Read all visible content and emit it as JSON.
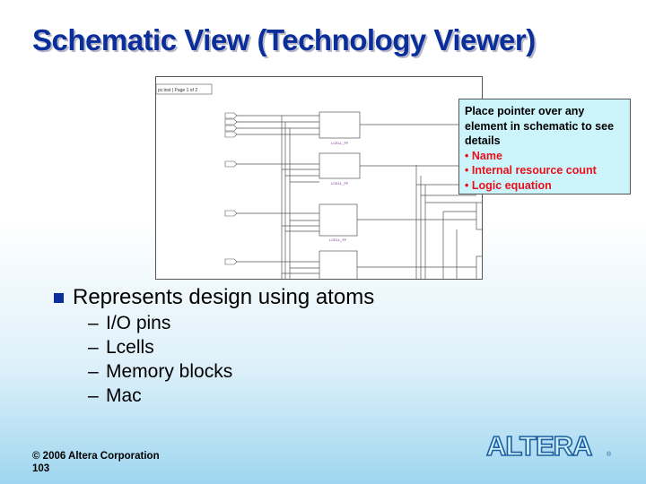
{
  "title": "Schematic View (Technology Viewer)",
  "schematic": {
    "page_label": "pc:inst | Page 1 of 2",
    "cell_label": "LCELL_FF"
  },
  "callout": {
    "intro": "Place pointer over any element in schematic to see details",
    "items": [
      "• Name",
      "• Internal resource count",
      "• Logic equation"
    ]
  },
  "bullets": {
    "main": "Represents design using atoms",
    "sub": [
      "I/O pins",
      "Lcells",
      "Memory blocks",
      "Mac"
    ]
  },
  "footer": {
    "copyright": "© 2006 Altera Corporation",
    "page": "103"
  },
  "logo": {
    "text": "ALTERA",
    "mark": "®"
  },
  "colors": {
    "title": "#0b2f9a",
    "callout_bg": "#ccf5fb",
    "callout_red": "#e8101a"
  }
}
